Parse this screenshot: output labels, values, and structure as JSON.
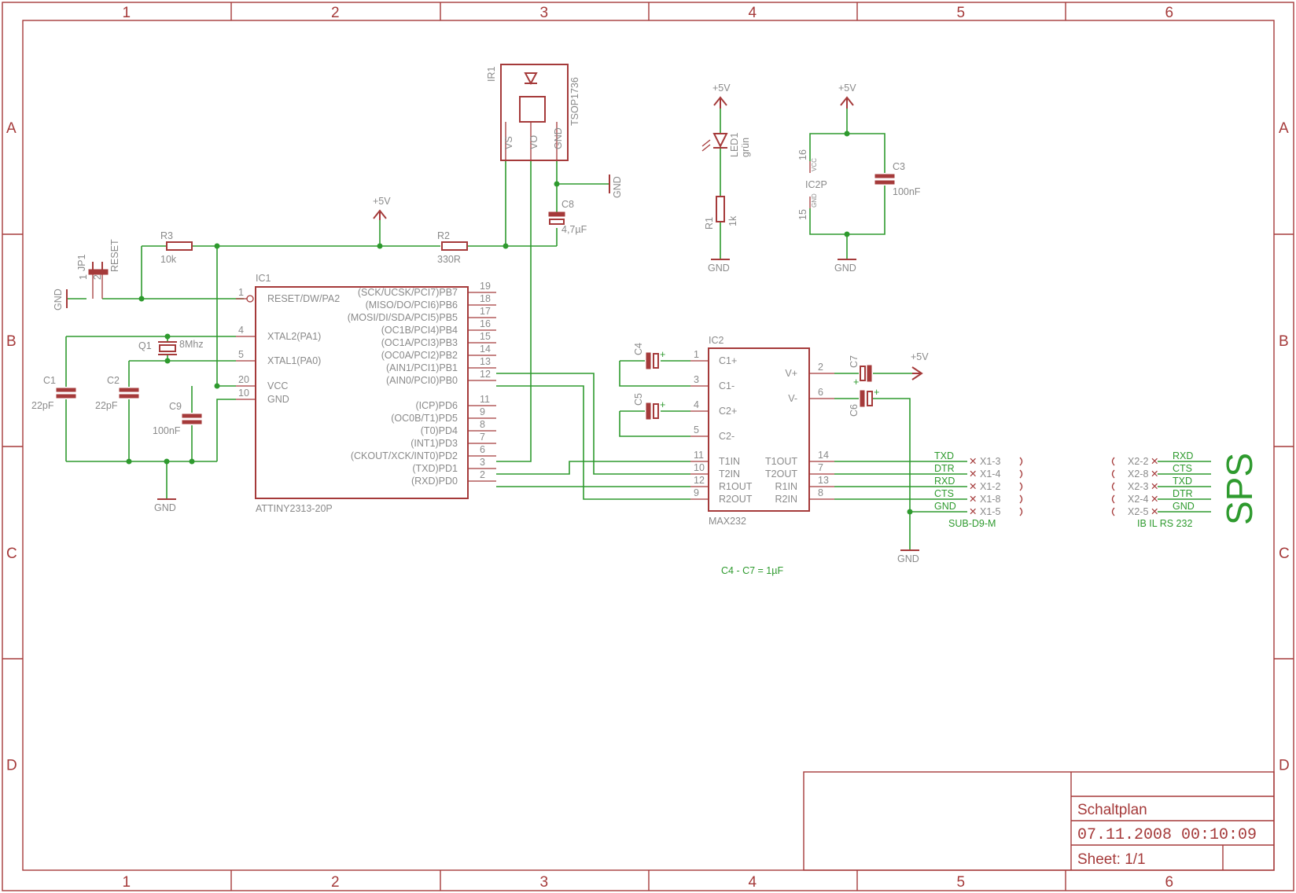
{
  "frame": {
    "columns": [
      "1",
      "2",
      "3",
      "4",
      "5",
      "6"
    ],
    "rows": [
      "A",
      "B",
      "C",
      "D"
    ],
    "colors": {
      "frame": "#a53a3a",
      "wire": "#2e9a2e",
      "text": "#8a8a8a"
    }
  },
  "title_block": {
    "title": "Schaltplan",
    "date": "07.11.2008 00:10:09",
    "sheet": "Sheet: 1/1"
  },
  "ic1": {
    "ref": "IC1",
    "value": "ATTINY2313-20P",
    "left_pins": [
      {
        "name": "RESET/DW/PA2",
        "num": "1"
      },
      {
        "name": "XTAL2(PA1)",
        "num": "4"
      },
      {
        "name": "XTAL1(PA0)",
        "num": "5"
      },
      {
        "name": "VCC",
        "num": "20"
      },
      {
        "name": "GND",
        "num": "10"
      }
    ],
    "right_pins": [
      {
        "name": "(SCK/UCSK/PCI7)PB7",
        "num": "19"
      },
      {
        "name": "(MISO/DO/PCI6)PB6",
        "num": "18"
      },
      {
        "name": "(MOSI/DI/SDA/PCI5)PB5",
        "num": "17"
      },
      {
        "name": "(OC1B/PCI4)PB4",
        "num": "16"
      },
      {
        "name": "(OC1A/PCI3)PB3",
        "num": "15"
      },
      {
        "name": "(OC0A/PCI2)PB2",
        "num": "14"
      },
      {
        "name": "(AIN1/PCI1)PB1",
        "num": "13"
      },
      {
        "name": "(AIN0/PCI0)PB0",
        "num": "12"
      },
      {
        "name": "(ICP)PD6",
        "num": "11"
      },
      {
        "name": "(OC0B/T1)PD5",
        "num": "9"
      },
      {
        "name": "(T0)PD4",
        "num": "8"
      },
      {
        "name": "(INT1)PD3",
        "num": "7"
      },
      {
        "name": "(CKOUT/XCK/INT0)PD2",
        "num": "6"
      },
      {
        "name": "(TXD)PD1",
        "num": "3"
      },
      {
        "name": "(RXD)PD0",
        "num": "2"
      }
    ]
  },
  "ic2": {
    "ref": "IC2",
    "value": "MAX232",
    "left_pins": [
      {
        "name": "C1+",
        "num": "1"
      },
      {
        "name": "C1-",
        "num": "3"
      },
      {
        "name": "C2+",
        "num": "4"
      },
      {
        "name": "C2-",
        "num": "5"
      },
      {
        "name": "T1IN",
        "num": "11"
      },
      {
        "name": "T2IN",
        "num": "10"
      },
      {
        "name": "R1OUT",
        "num": "12"
      },
      {
        "name": "R2OUT",
        "num": "9"
      }
    ],
    "right_pins": [
      {
        "name": "V+",
        "num": "2"
      },
      {
        "name": "V-",
        "num": "6"
      },
      {
        "name": "T1OUT",
        "num": "14"
      },
      {
        "name": "T2OUT",
        "num": "7"
      },
      {
        "name": "R1IN",
        "num": "13"
      },
      {
        "name": "R2IN",
        "num": "8"
      }
    ]
  },
  "ic2p": {
    "ref": "IC2P",
    "vcc": "VCC",
    "gnd": "GND",
    "pin_vcc": "16",
    "pin_gnd": "15"
  },
  "ir1": {
    "ref": "IR1",
    "value": "TSOP1736",
    "pins": [
      "VS",
      "VO",
      "GND"
    ]
  },
  "components": {
    "r1": {
      "ref": "R1",
      "value": "1k"
    },
    "r2": {
      "ref": "R2",
      "value": "330R"
    },
    "r3": {
      "ref": "R3",
      "value": "10k"
    },
    "c1": {
      "ref": "C1",
      "value": "22pF"
    },
    "c2": {
      "ref": "C2",
      "value": "22pF"
    },
    "c3": {
      "ref": "C3",
      "value": "100nF"
    },
    "c4": {
      "ref": "C4"
    },
    "c5": {
      "ref": "C5"
    },
    "c6": {
      "ref": "C6"
    },
    "c7": {
      "ref": "C7"
    },
    "c8": {
      "ref": "C8",
      "value": "4,7µF"
    },
    "c9": {
      "ref": "C9",
      "value": "100nF"
    },
    "q1": {
      "ref": "Q1",
      "value": "8Mhz"
    },
    "led1": {
      "ref": "LED1",
      "value": "grün"
    },
    "jp1": {
      "ref": "JP1",
      "value": "RESET",
      "pin1": "1",
      "pin2": "2"
    }
  },
  "supply": {
    "vcc": "+5V",
    "gnd": "GND"
  },
  "connector_x1": {
    "value": "SUB-D9-M",
    "pins": [
      {
        "net": "TXD",
        "pin": "X1-3"
      },
      {
        "net": "DTR",
        "pin": "X1-4"
      },
      {
        "net": "RXD",
        "pin": "X1-2"
      },
      {
        "net": "CTS",
        "pin": "X1-8"
      },
      {
        "net": "GND",
        "pin": "X1-5"
      }
    ]
  },
  "connector_x2": {
    "value": "IB IL RS 232",
    "pins": [
      {
        "net": "RXD",
        "pin": "X2-2"
      },
      {
        "net": "CTS",
        "pin": "X2-8"
      },
      {
        "net": "TXD",
        "pin": "X2-3"
      },
      {
        "net": "DTR",
        "pin": "X2-4"
      },
      {
        "net": "GND",
        "pin": "X2-5"
      }
    ]
  },
  "notes": {
    "caps": "C4 - C7 = 1µF",
    "sps": "SPS"
  }
}
